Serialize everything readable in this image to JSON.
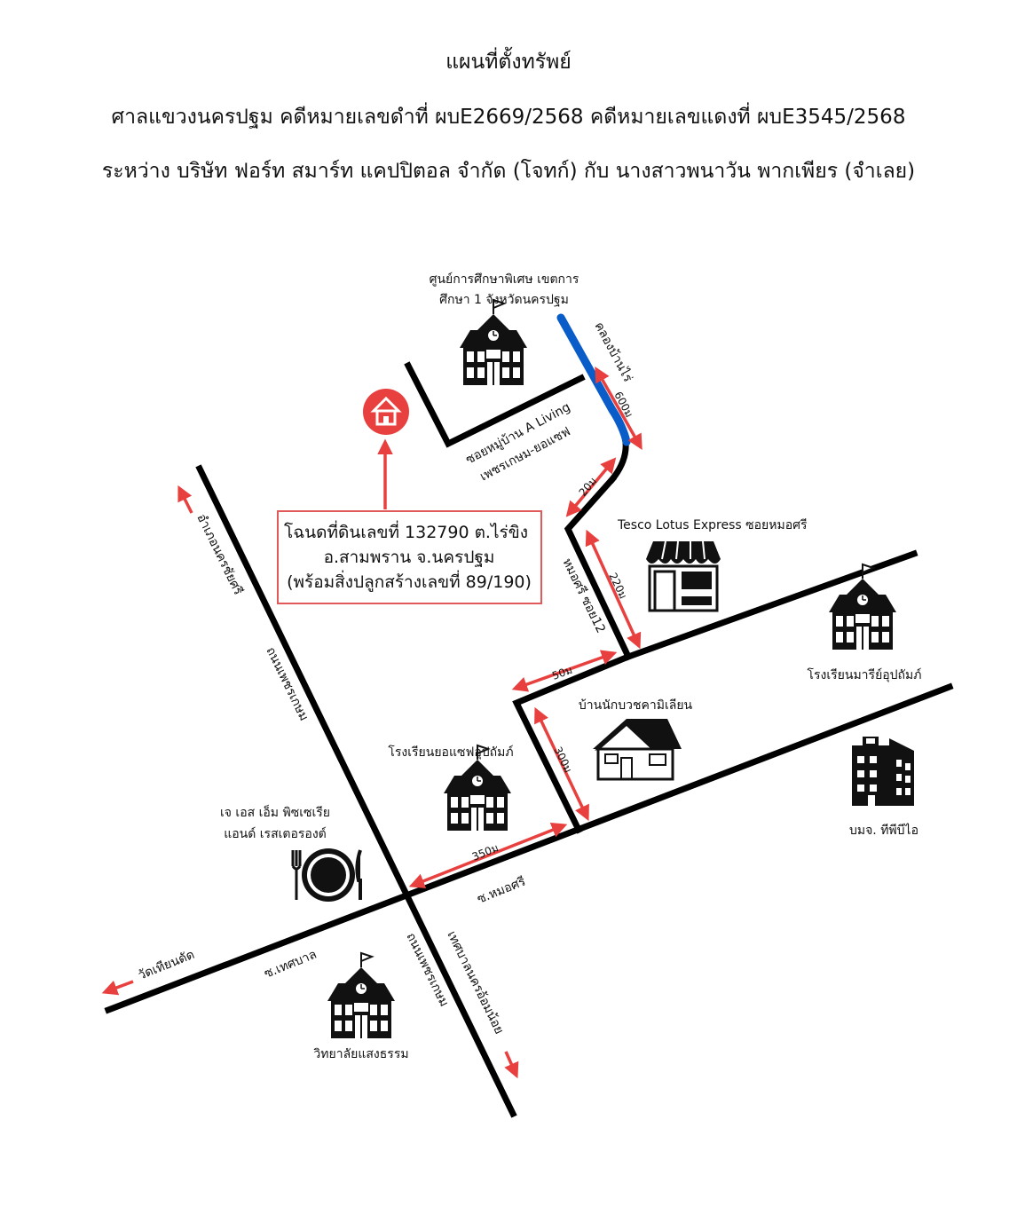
{
  "header": {
    "title": "แผนที่ตั้งทรัพย์",
    "court_line": "ศาลแขวงนครปฐม คดีหมายเลขดำที่ ผบE2669/2568 คดีหมายเลขแดงที่ ผบE3545/2568",
    "parties_line": "ระหว่าง บริษัท ฟอร์ท สมาร์ท แคปปิตอล จำกัด (โจทก์) กับ นางสาวพนาวัน พากเพียร (จำเลย)"
  },
  "property_box": {
    "line1": "โฉนดที่ดินเลขที่ 132790  ต.ไร่ขิง",
    "line2": "อ.สามพราน จ.นครปฐม",
    "line3": "(พร้อมสิ่งปลูกสร้างเลขที่ 89/190)",
    "marker_icon": "home-location-pin-icon"
  },
  "landmarks": {
    "special_ed_center_1": "ศูนย์การศึกษาพิเศษ เขตการ",
    "special_ed_center_2": "ศึกษา 1 จังหวัดนครปฐม",
    "tesco": "Tesco Lotus Express ซอยหมอศรี",
    "mary_school": "โรงเรียนมารีย์อุปถัมภ์",
    "camillian_house": "บ้านนักบวชคามิเลียน",
    "joseph_school": "โรงเรียนยอแซฟอุปถัมภ์",
    "restaurant_1": "เจ เอส เอ็ม พิซเซเรีย",
    "restaurant_2": "แอนด์ เรสเตอรองต์",
    "company": "บมจ. ทีพีบีไอ",
    "college": "วิทยาลัยแสงธรรม"
  },
  "roads": {
    "canal": "คลองบ้านไร่",
    "village_soi_1": "ซอยหมู่บ้าน A Living",
    "village_soi_2": "เพชรเกษม-ยอแซฟ",
    "mosri_soi12": "หมอศรี ซอย12",
    "phetkasem_upper": "ถนนเพชรเกษม",
    "phetkasem_lower": "ถนนเพชรเกษม",
    "to_nakhon_chai_si": "อำเภอนครชัยศรี",
    "to_om_noi": "เทศบาลนครอ้อมน้อย",
    "to_wat_rai_khing": "วัดเทียนดัด",
    "soi_thetsaban": "ซ.เทศบาล",
    "soi_mosri": "ซ.หมอศรี"
  },
  "distances": {
    "d600": "600ม",
    "d20": "20ม",
    "d220": "220ม",
    "d50": "50ม",
    "d300": "300ม",
    "d350": "350ม"
  },
  "colors": {
    "road": "#000000",
    "arrow": "#e8403f",
    "canal": "#0a5cc9",
    "box_border": "#e05a5a"
  },
  "icons": {
    "school": "school-building-icon",
    "shop": "shop-icon",
    "house": "house-icon",
    "office": "office-building-icon",
    "restaurant": "plate-fork-knife-icon"
  }
}
